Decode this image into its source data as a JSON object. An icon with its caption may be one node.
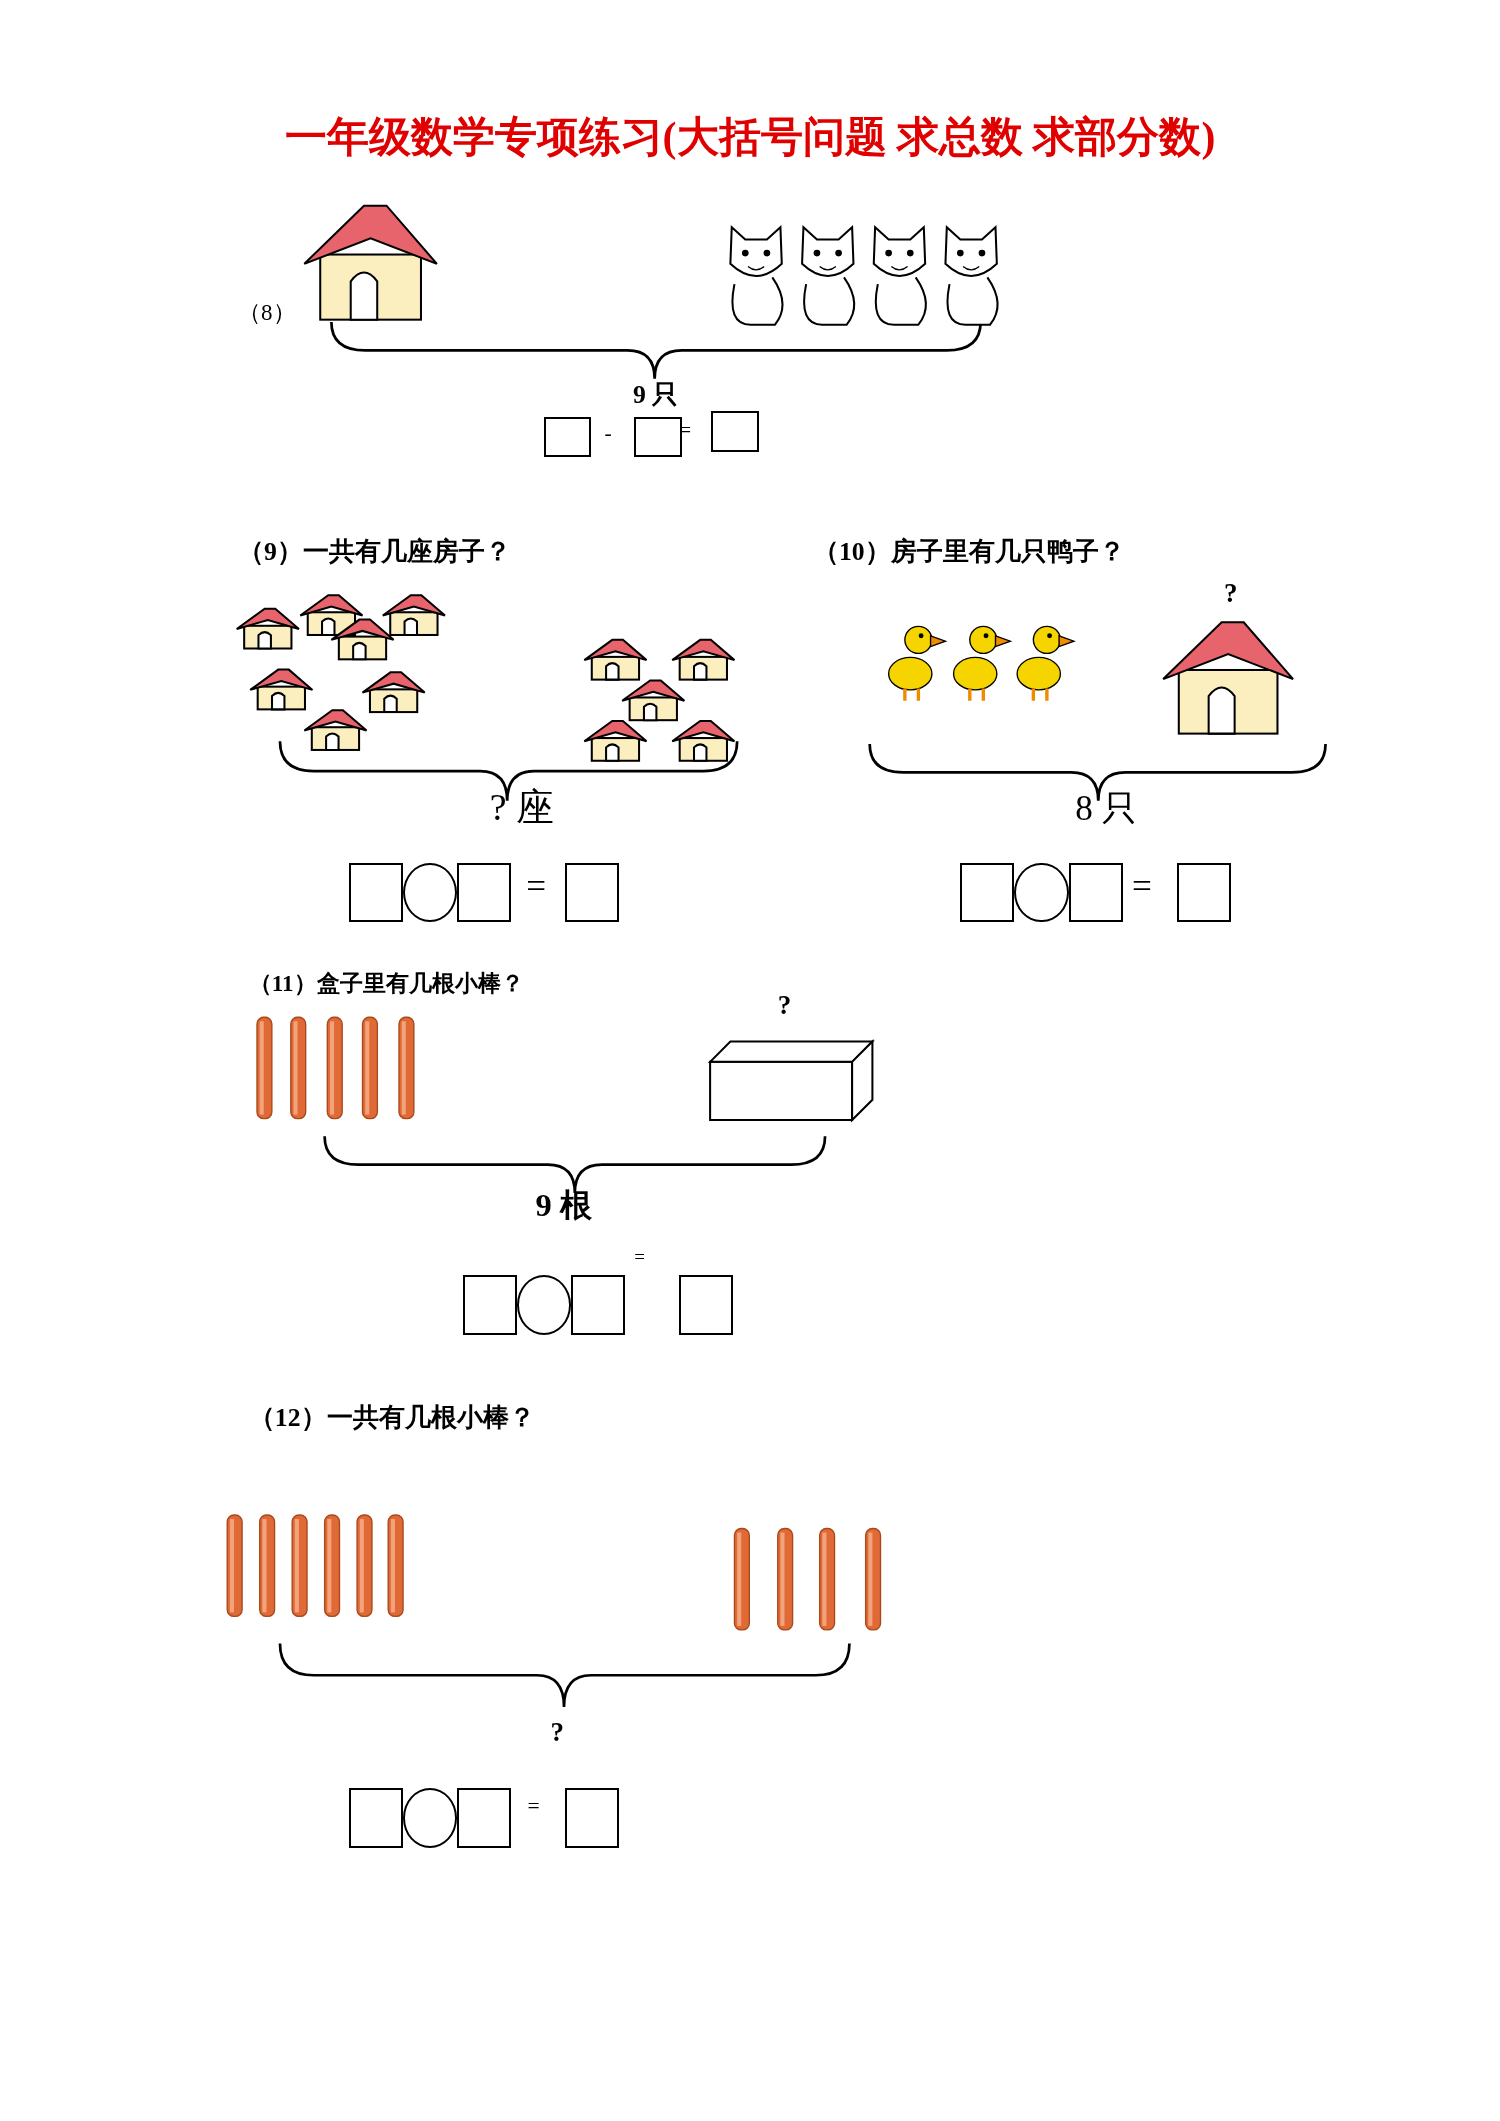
{
  "diagram": {
    "title": "一年级数学专项练习(大括号问题  求总数  求部分数)",
    "labels": [
      "（8）",
      "9  只",
      "-",
      "=",
      "（9）一共有几座房子？",
      "（10）房子里有几只鸭子？",
      "?",
      "? 座",
      "8 只",
      "=",
      "=",
      "（11）盒子里有几根小棒？",
      "?",
      "9 根",
      "=",
      "（12）一共有几根小棒？",
      "?",
      "="
    ]
  }
}
